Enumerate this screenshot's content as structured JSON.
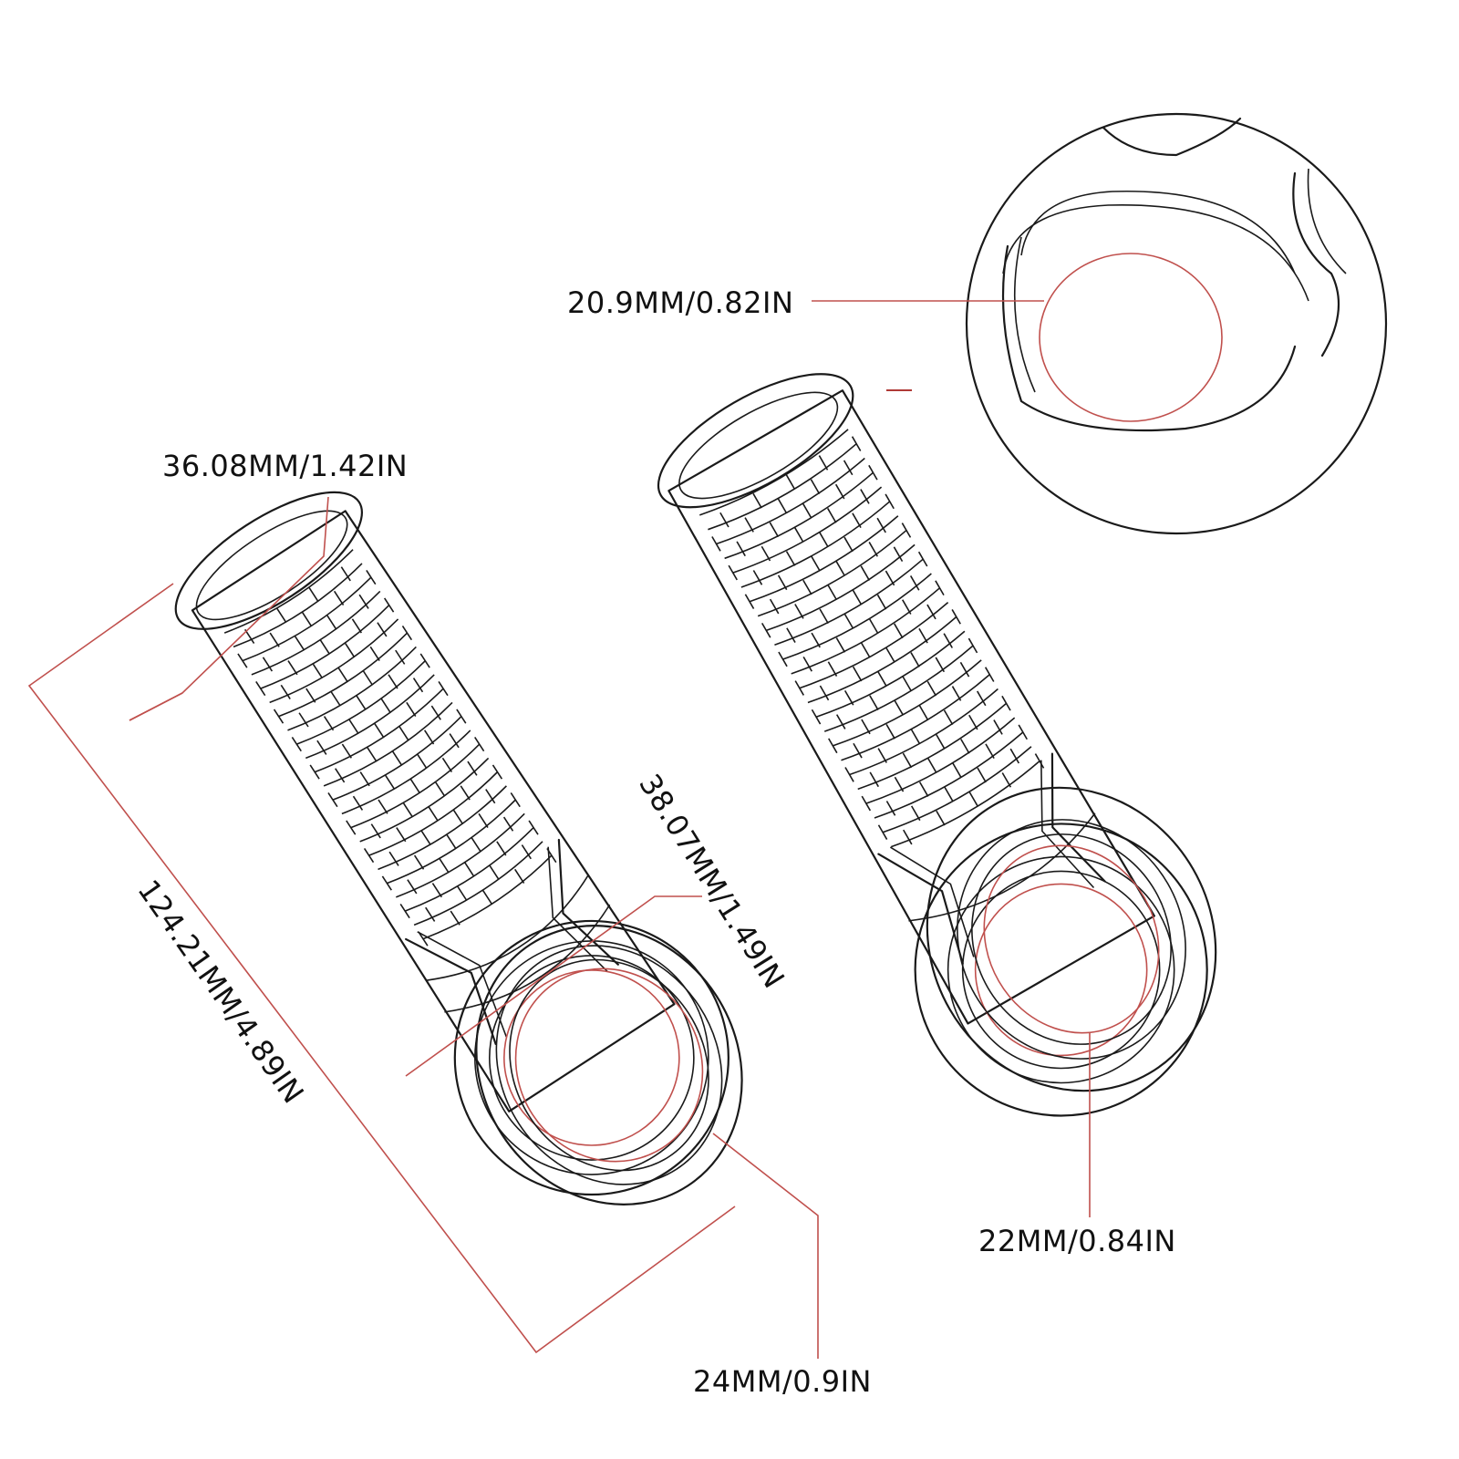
{
  "dimensions": {
    "inner_diameter_detail": "20.9MM/0.82IN",
    "end_diameter": "36.08MM/1.42IN",
    "outer_diameter": "38.07MM/1.49IN",
    "length": "124.21MM/4.89IN",
    "left_bore": "24MM/0.9IN",
    "right_bore": "22MM/0.84IN"
  },
  "colors": {
    "outline": "#1a1a1a",
    "dimension_line": "#c0504d",
    "background": "#ffffff"
  }
}
